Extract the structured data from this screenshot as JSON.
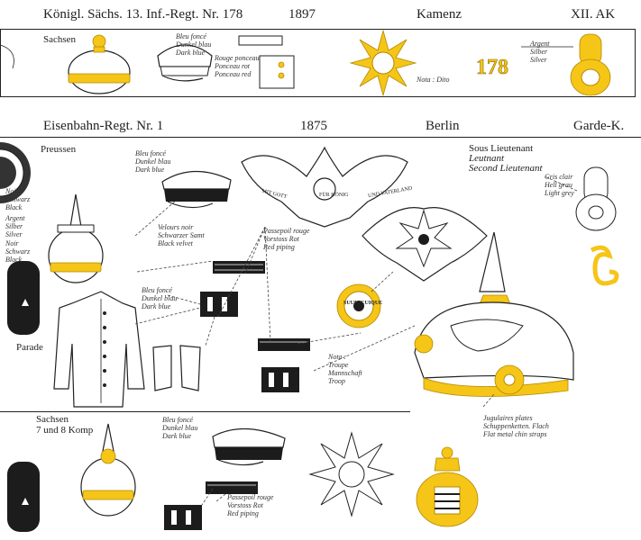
{
  "section1": {
    "regiment": "Königl. Sächs. 13. Inf.-Regt. Nr. 178",
    "year": "1897",
    "city": "Kamenz",
    "corps": "XII. AK",
    "state": "Sachsen",
    "cap_color": [
      "Bleu foncé",
      "Dunkel blau",
      "Dark blue"
    ],
    "band_color": [
      "Rouge ponceau",
      "Ponceau rot",
      "Ponceau red"
    ],
    "note": "Nota : Dito",
    "number": "178",
    "metal": [
      "Argent",
      "Silber",
      "Silver"
    ]
  },
  "section2": {
    "regiment": "Eisenbahn-Regt. Nr. 1",
    "year": "1875",
    "city": "Berlin",
    "corps": "Garde-K.",
    "state": "Preussen",
    "rank": [
      "Sous Lieutenant",
      "Leutnant",
      "Second Lieutenant"
    ],
    "cap_color": [
      "Bleu foncé",
      "Dunkel blau",
      "Dark blue"
    ],
    "crown_color1": [
      "Noir",
      "Schwarz",
      "Black"
    ],
    "crown_color2": [
      "Argent",
      "Silber",
      "Silver"
    ],
    "crown_color3": [
      "Noir",
      "Schwarz",
      "Black"
    ],
    "velvet": [
      "Velours noir",
      "Schwarzer Samt",
      "Black velvet"
    ],
    "piping": [
      "Passepoil rouge",
      "Vorstoss Rot",
      "Red piping"
    ],
    "tunic_color": [
      "Bleu foncé",
      "Dunkel blau",
      "Dark blue"
    ],
    "shoulder_color": [
      "Gris clair",
      "Hell grau",
      "Light grey"
    ],
    "parade": "Parade",
    "note": [
      "Nota :",
      "Troupe",
      "Mannschaft",
      "Troop"
    ],
    "chin": [
      "Jugulaires plates",
      "Schuppenketten. Flach",
      "Flat metal chin straps"
    ],
    "eagle_band1": "MIT GOTT",
    "eagle_band2": "FÜR KÖNIG",
    "eagle_band3": "UND VATERLAND",
    "badge_text": "SUUM CUIQUE"
  },
  "section3": {
    "state": "Sachsen",
    "companies": "7 und 8 Komp",
    "cap_color": [
      "Bleu foncé",
      "Dunkel blau",
      "Dark blue"
    ],
    "piping": [
      "Passepoil rouge",
      "Vorstoss Rot",
      "Red piping"
    ]
  },
  "colors": {
    "gold": "#f5c518",
    "ink": "#222222"
  }
}
